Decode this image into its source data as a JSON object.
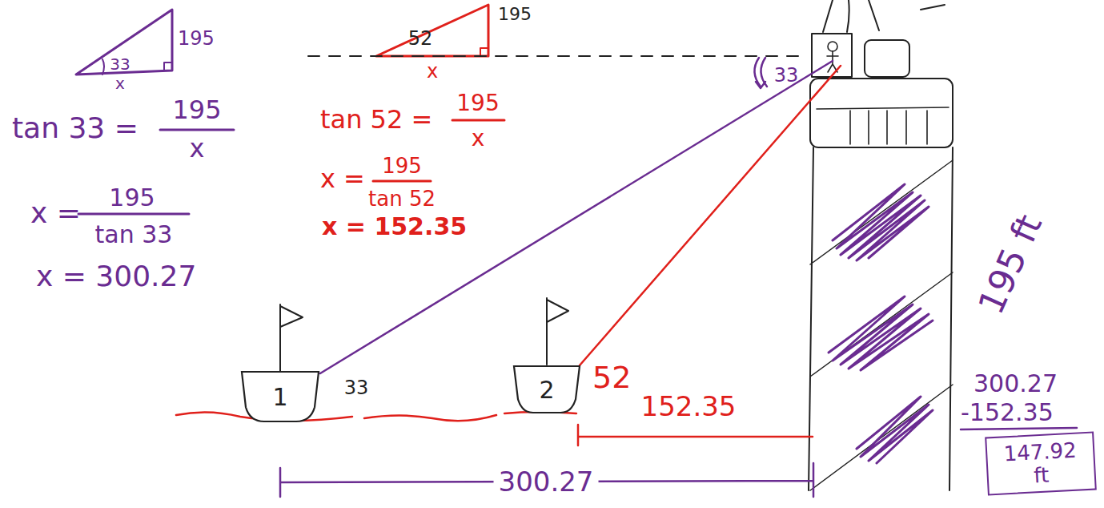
{
  "diagram": {
    "nodes": [
      {
        "text": [
          "1"
        ]
      },
      {
        "text": [
          "2"
        ]
      },
      {
        "text": [
          "147.92 ft"
        ]
      }
    ],
    "labels": [
      "33",
      "195",
      "x",
      "tan 33 =",
      "195",
      "x",
      "x =",
      "195",
      "tan 33",
      "x = 300.27",
      "52",
      "195",
      "x",
      "tan 52 =",
      "195",
      "x",
      "x =",
      "195",
      "tan 52",
      "x = 152.35",
      "33",
      "33",
      "52",
      "152.35",
      "300.27",
      "195 ft",
      "300.27",
      "-152.35"
    ]
  }
}
